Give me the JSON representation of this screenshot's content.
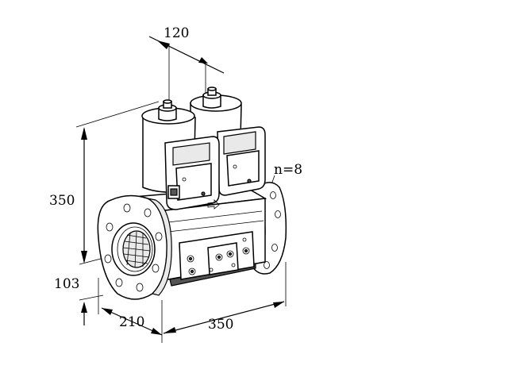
{
  "dimensions": {
    "top_spacing": "120",
    "height": "350",
    "flange_offset": "103",
    "depth": "210",
    "length": "350",
    "bolt_count": "n=8"
  }
}
